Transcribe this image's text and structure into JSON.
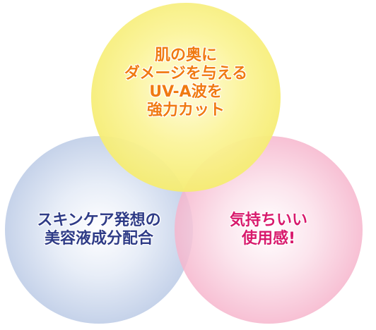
{
  "colors": {
    "top_circle": "#f5ec70",
    "left_circle": "#a7b9dd",
    "right_circle": "#f2a0bf",
    "top_text": "#f07a12",
    "left_text": "#2f3c87",
    "right_text": "#d8196c"
  },
  "circles": {
    "top": {
      "lines": [
        "肌の奥に",
        "ダメージを与える",
        "UV-A波を",
        "強力カット"
      ]
    },
    "left": {
      "lines": [
        "スキンケア発想の",
        "美容液成分配合"
      ]
    },
    "right": {
      "lines": [
        "気持ちいい",
        "使用感!"
      ]
    }
  }
}
